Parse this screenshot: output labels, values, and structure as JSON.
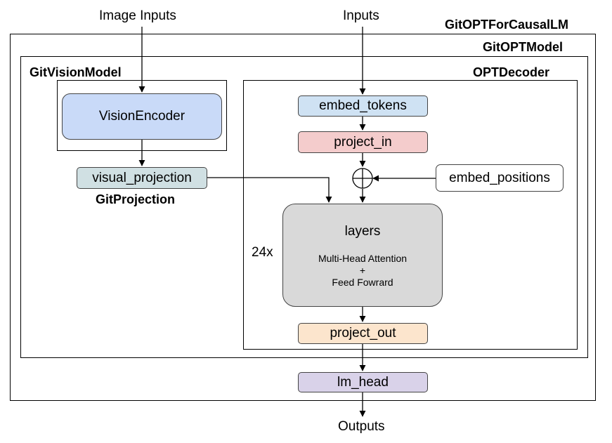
{
  "labels": {
    "image_inputs": "Image Inputs",
    "inputs": "Inputs",
    "outputs": "Outputs",
    "repeat": "24x"
  },
  "containers": {
    "causal_lm": "GitOPTForCausalLM",
    "model": "GitOPTModel",
    "vision_model": "GitVisionModel",
    "decoder": "OPTDecoder",
    "projection": "GitProjection"
  },
  "blocks": {
    "vision_encoder": "VisionEncoder",
    "visual_projection": "visual_projection",
    "embed_tokens": "embed_tokens",
    "project_in": "project_in",
    "embed_positions": "embed_positions",
    "layers_title": "layers",
    "layers_line1": "Multi-Head Attention",
    "layers_line2": "+",
    "layers_line3": "Feed Fowrard",
    "project_out": "project_out",
    "lm_head": "lm_head"
  },
  "colors": {
    "vision_encoder": "#c9daf8",
    "visual_projection": "#d0e0e3",
    "embed_tokens": "#cfe2f3",
    "project_in": "#f4cccc",
    "layers": "#d9d9d9",
    "project_out": "#fce5cd",
    "lm_head": "#d9d2e9"
  }
}
